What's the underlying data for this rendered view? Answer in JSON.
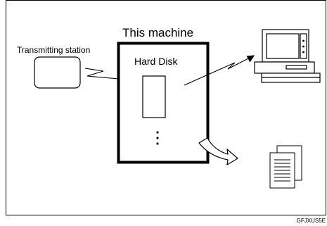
{
  "diagram": {
    "transmitting_station_label": "Transmitting station",
    "machine_title": "This machine",
    "hard_disk_label": "Hard Disk",
    "ellipsis": "⋮",
    "figure_code": "GFJXUS5E"
  },
  "icons": {
    "computer": "computer-icon",
    "documents": "documents-icon",
    "memory_document": "stored-document-icon"
  }
}
